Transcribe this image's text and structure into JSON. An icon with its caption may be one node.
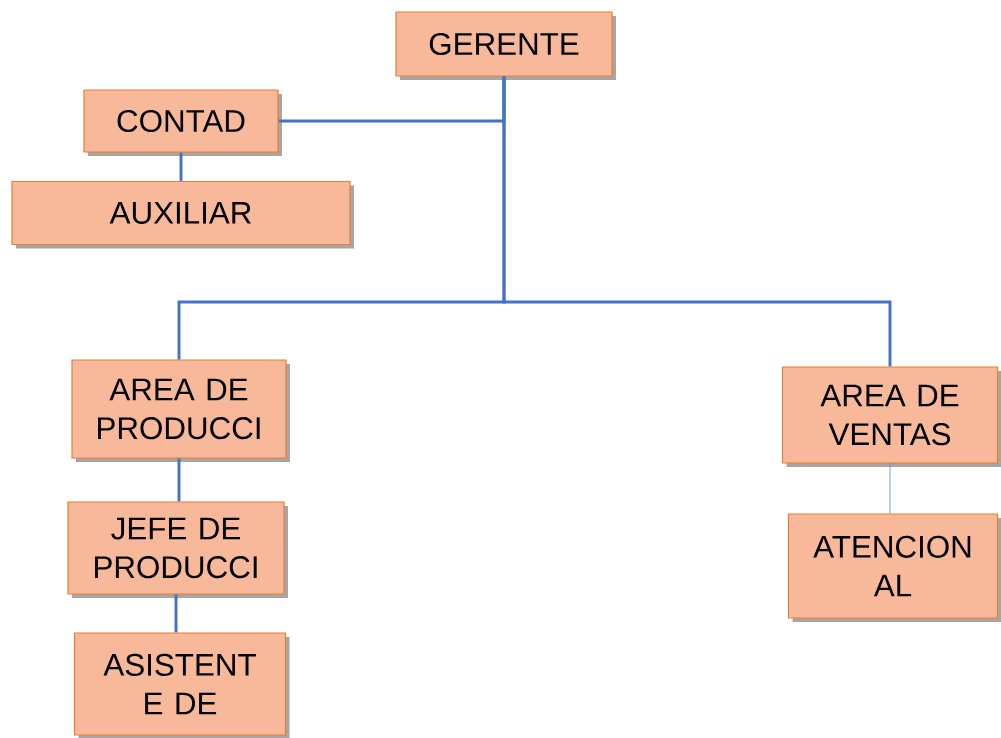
{
  "diagram": {
    "nodes": [
      {
        "text": [
          "GERENTE"
        ]
      },
      {
        "text": [
          "CONTAD"
        ]
      },
      {
        "text": [
          "AUXILIAR"
        ]
      },
      {
        "text": [
          "AREA DE PRODUCCI"
        ]
      },
      {
        "text": [
          "AREA DE VENTAS"
        ]
      },
      {
        "text": [
          "JEFE DE PRODUCCI"
        ]
      },
      {
        "text": [
          "ASISTENT E DE"
        ]
      },
      {
        "text": [
          "ATENCION AL"
        ]
      }
    ],
    "edges": [
      {
        "from": 0,
        "to": 1,
        "arrow": "none"
      },
      {
        "from": 1,
        "to": 2,
        "arrow": "none"
      },
      {
        "from": 0,
        "to": 3,
        "arrow": "none"
      },
      {
        "from": 0,
        "to": 4,
        "arrow": "none"
      },
      {
        "from": 3,
        "to": 5,
        "arrow": "none"
      },
      {
        "from": 5,
        "to": 6,
        "arrow": "none"
      },
      {
        "from": 4,
        "to": 7,
        "arrow": "none",
        "color": "#5b9bd5"
      }
    ]
  }
}
